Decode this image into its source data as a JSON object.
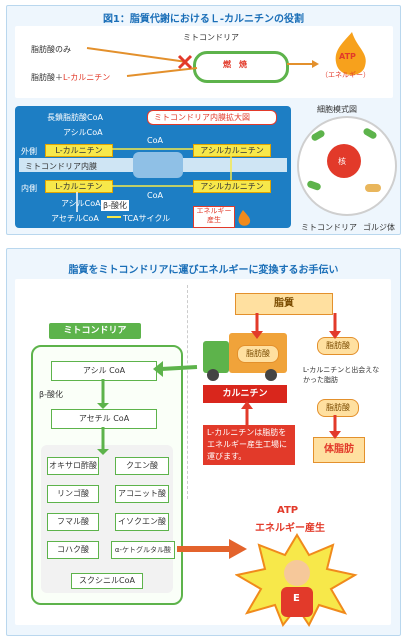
{
  "fig1": {
    "title": "図1：脂質代謝におけるＬ-カルニチンの役割",
    "mito_label": "ミトコンドリア",
    "fat_only": "脂肪酸のみ",
    "fat_plus_prefix": "脂肪酸＋",
    "fat_plus_carnitine": "L-カルニチン",
    "combustion": "燃　焼",
    "atp": "ATP",
    "energy": "（エネルギー）",
    "zoom_title": "ミトコンドリア内膜拡大図",
    "long_chain": "長鎖脂肪酸CoA",
    "acyl_coa_top": "アシルCoA",
    "coa_top": "CoA",
    "outer": "外側",
    "inner_membrane": "ミトコンドリア内膜",
    "inner": "内側",
    "l_carnitine": "L-カルニチン",
    "acyl_carnitine": "アシルカルニチン",
    "acyl_coa_bottom": "アシルCoA",
    "beta_ox": "β-酸化",
    "coa_bottom": "CoA",
    "acetyl_coa": "アセチルCoA",
    "tca": "TCAサイクル",
    "energy_gen": "エネルギー産生",
    "cell_title": "細胞模式図",
    "nucleus": "核",
    "mito_cell": "ミトコンドリア",
    "golgi": "ゴルジ体"
  },
  "fig2": {
    "title": "脂質をミトコンドリアに運びエネルギーに変換するお手伝い",
    "mito_header": "ミトコンドリア",
    "acyl_coa": "アシル CoA",
    "beta": "β-酸化",
    "acetyl_coa": "アセチル CoA",
    "tca": [
      [
        "オキサロ酢酸",
        "クエン酸"
      ],
      [
        "リンゴ酸",
        "アコニット酸"
      ],
      [
        "フマル酸",
        "イソクエン酸"
      ],
      [
        "コハク酸",
        "α-ケトグルタル酸"
      ]
    ],
    "succinyl": "スクシニルCoA",
    "lipid": "脂質",
    "fatty_acid": "脂肪酸",
    "carnitine": "カルニチン",
    "no_meet": "L-カルニチンと出会えなかった脂肪",
    "body_fat": "体脂肪",
    "note": "L-カルニチンは脂肪をエネルギー産生工場に運びます。",
    "atp": "ATP",
    "energy_prod": "エネルギー産生",
    "shirt_letter": "E"
  },
  "colors": {
    "blue": "#1b6fb8",
    "green": "#5db34b",
    "red": "#e23a2a",
    "orange": "#f08a1c",
    "yellow": "#f7e84a"
  }
}
